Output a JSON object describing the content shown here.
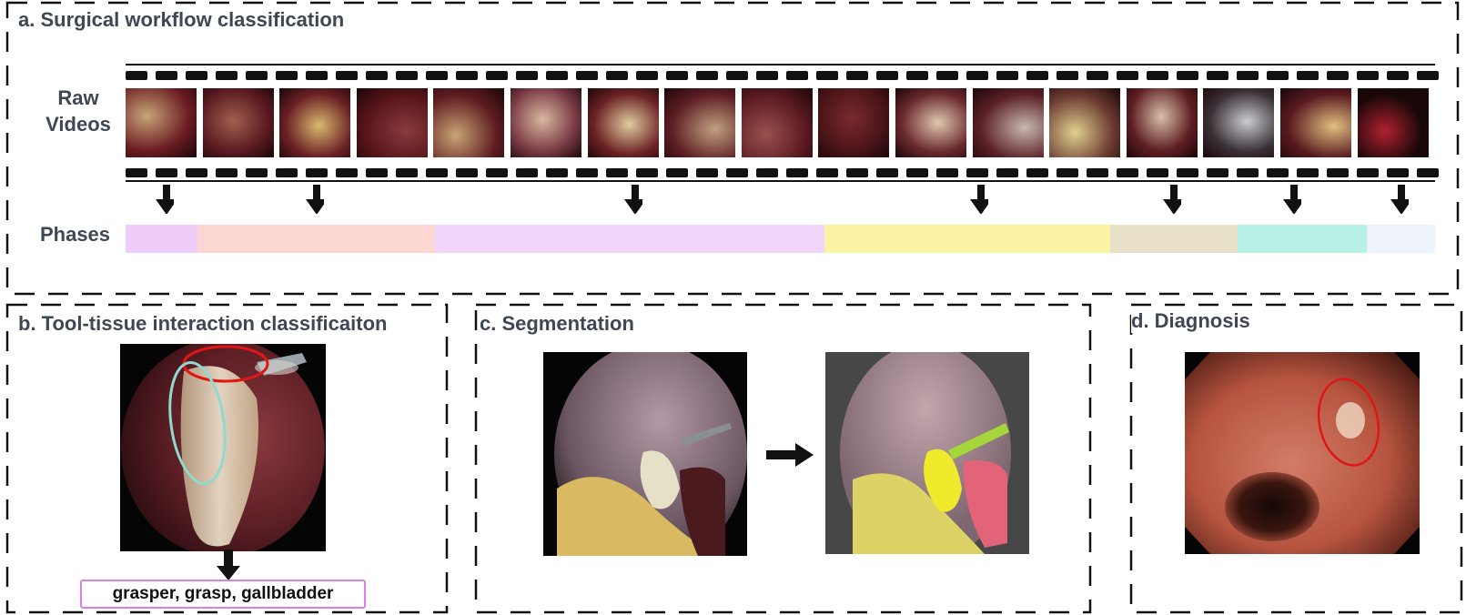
{
  "panels": {
    "a": {
      "title": "a. Surgical workflow classification",
      "raw_videos_label": [
        "Raw",
        "Videos"
      ],
      "phases_label": "Phases",
      "frame_count": 17,
      "phases": [
        {
          "color": "#eecdf8",
          "start": 0.0,
          "end": 0.055
        },
        {
          "color": "#fcd6d3",
          "start": 0.055,
          "end": 0.236
        },
        {
          "color": "#f2d6f9",
          "start": 0.236,
          "end": 0.534
        },
        {
          "color": "#fbf3a3",
          "start": 0.534,
          "end": 0.752
        },
        {
          "color": "#e8e1c8",
          "start": 0.752,
          "end": 0.849
        },
        {
          "color": "#b9f0e6",
          "start": 0.849,
          "end": 0.948
        },
        {
          "color": "#eef3fb",
          "start": 0.948,
          "end": 1.0
        }
      ]
    },
    "b": {
      "title": "b. Tool-tissue interaction classificaiton",
      "caption": "grasper, grasp, gallbladder",
      "caption_border_color": "#d97fe6",
      "tool_ellipse_color": "#e01515",
      "tissue_ellipse_color": "#8fd9cf"
    },
    "c": {
      "title": "c. Segmentation"
    },
    "d": {
      "title": "d. Diagnosis",
      "lesion_circle_color": "#e01515"
    }
  }
}
